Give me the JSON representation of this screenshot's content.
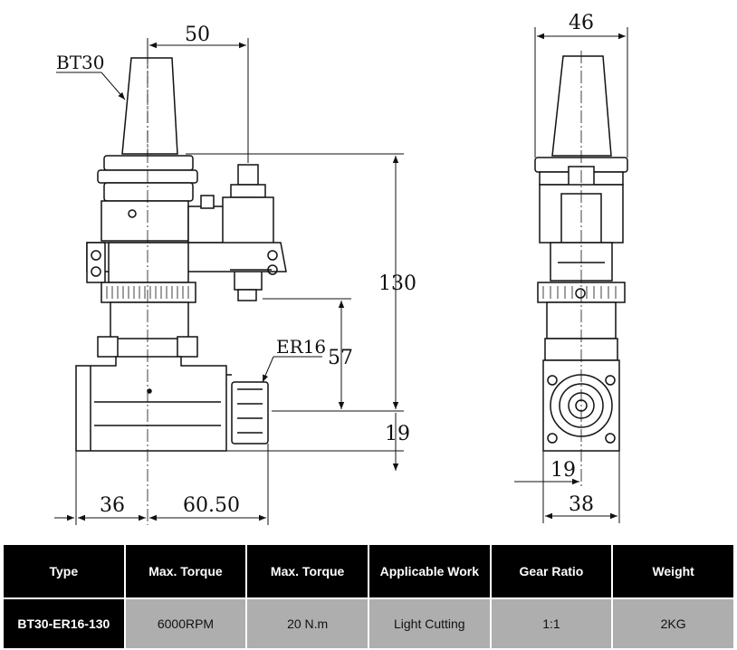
{
  "drawing": {
    "dims": {
      "top_width": "50",
      "overall_height": "130",
      "mid_height": "57",
      "bottom_height": "19",
      "left_width": "36",
      "right_width": "60.50",
      "side_top_width": "46",
      "side_bottom_width": "38",
      "side_offset": "19"
    },
    "labels": {
      "holder": "BT30",
      "collet": "ER16"
    }
  },
  "table": {
    "headers": [
      "Type",
      "Max. Torque",
      "Max. Torque",
      "Applicable Work",
      "Gear Ratio",
      "Weight"
    ],
    "row": [
      "BT30-ER16-130",
      "6000RPM",
      "20 N.m",
      "Light Cutting",
      "1:1",
      "2KG"
    ]
  }
}
